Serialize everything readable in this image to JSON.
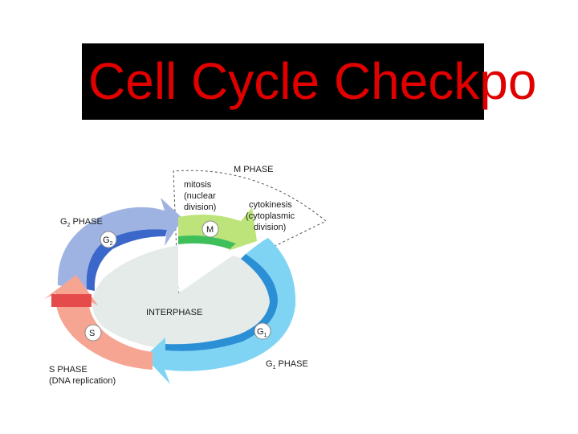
{
  "slide": {
    "title": "Cell Cycle Checkpo",
    "title_color": "#e00000",
    "title_box_color": "#000000"
  },
  "diagram": {
    "m_phase": "M PHASE",
    "mitosis": [
      "mitosis",
      "(nuclear",
      "division)"
    ],
    "cytokinesis": [
      "cytokinesis",
      "(cytoplasmic",
      "division)"
    ],
    "m_marker": "M",
    "g2_phase": "G",
    "g2_phase_sub": "2",
    "g2_phase_rest": " PHASE",
    "g2_marker": "G",
    "g2_marker_sub": "2",
    "interphase": "INTERPHASE",
    "s_marker": "S",
    "g1_marker": "G",
    "g1_marker_sub": "1",
    "g1_phase": "G",
    "g1_phase_sub": "1",
    "g1_phase_rest": " PHASE",
    "s_phase": [
      "S PHASE",
      "(DNA replication)"
    ],
    "colors": {
      "interphase_fill": "#e4ebe8",
      "g2_arrow": "#9fb3e3",
      "g2_inner": "#3a67c9",
      "m_arrow": "#bde47a",
      "m_inner": "#3fbf5a",
      "g1_arrow": "#7fd4f4",
      "g1_inner": "#2b8fd6",
      "s_arrow": "#f6a593",
      "s_checkpoint": "#e54b4b"
    }
  }
}
